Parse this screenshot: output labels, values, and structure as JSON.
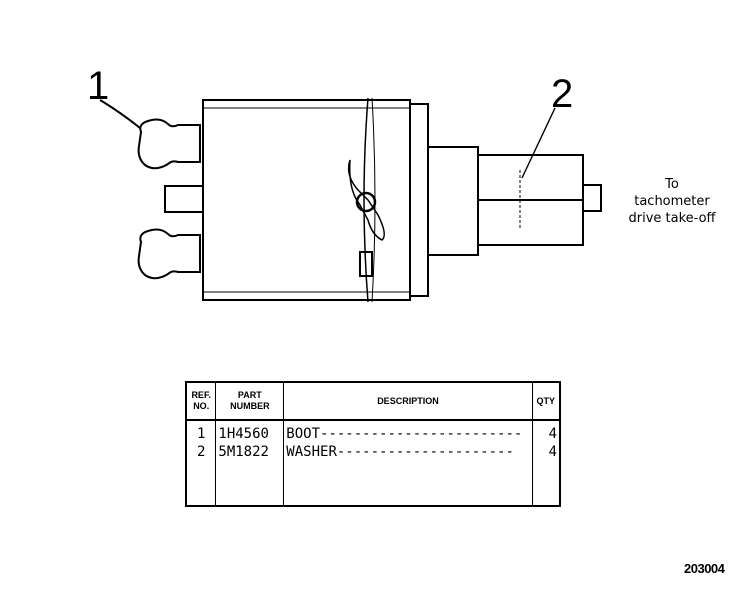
{
  "callouts": {
    "c1": "1",
    "c2": "2"
  },
  "note": {
    "line1": "To",
    "line2": "tachometer",
    "line3": "drive take-off"
  },
  "table": {
    "headers": {
      "ref_line1": "REF.",
      "ref_line2": "NO.",
      "part_line1": "PART",
      "part_line2": "NUMBER",
      "description": "DESCRIPTION",
      "qty": "QTY"
    },
    "rows": [
      {
        "ref": "1",
        "part": "1H4560",
        "desc": "BOOT",
        "leader": "------------------------",
        "qty": "4"
      },
      {
        "ref": "2",
        "part": "5M1822",
        "desc": "WASHER",
        "leader": "---------------------",
        "qty": "4"
      }
    ]
  },
  "figure_number": "203004"
}
